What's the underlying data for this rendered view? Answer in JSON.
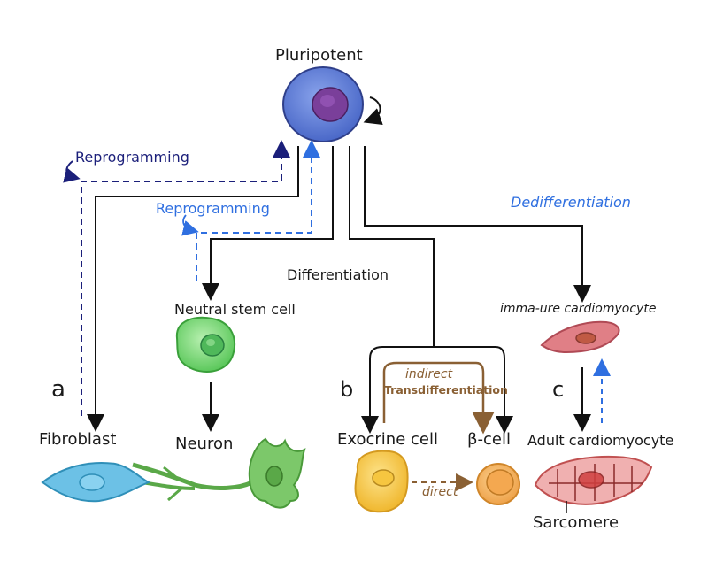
{
  "labels": {
    "pluripotent": "Pluripotent",
    "reprogramming_1": "Reprogramming",
    "reprogramming_2": "Reprogramming",
    "differentiation": "Differentiation",
    "dedifferentiation": "Dedifferentiation",
    "neural_stem_cell": "Neutral stem cell",
    "neuron": "Neuron",
    "fibroblast": "Fibroblast",
    "exocrine_cell": "Exocrine cell",
    "beta_cell": "β-cell",
    "immature_cardiomyocyte": "imma-ure cardiomyocyte",
    "adult_cardiomyocyte": "Adult cardiomyocyte",
    "sarcomere": "Sarcomere",
    "indirect": "indirect",
    "transdifferentiation": "Transdifferentiation",
    "direct": "direct",
    "panel_a": "a",
    "panel_b": "b",
    "panel_c": "c"
  },
  "colors": {
    "pluripotent_cell": "#5b7fd6",
    "pluripotent_nucleus": "#7a3f9a",
    "reprogramming_dark": "#1b1f7a",
    "reprogramming_light": "#2f6fe0",
    "neural_cell": "#7fd87f",
    "fibroblast": "#6cc1e6",
    "neuron": "#7cc86a",
    "exocrine": "#f4c94a",
    "beta_cell": "#f2b25c",
    "cardiomyocyte": "#e07f86",
    "brown_arrow": "#8a6034"
  }
}
